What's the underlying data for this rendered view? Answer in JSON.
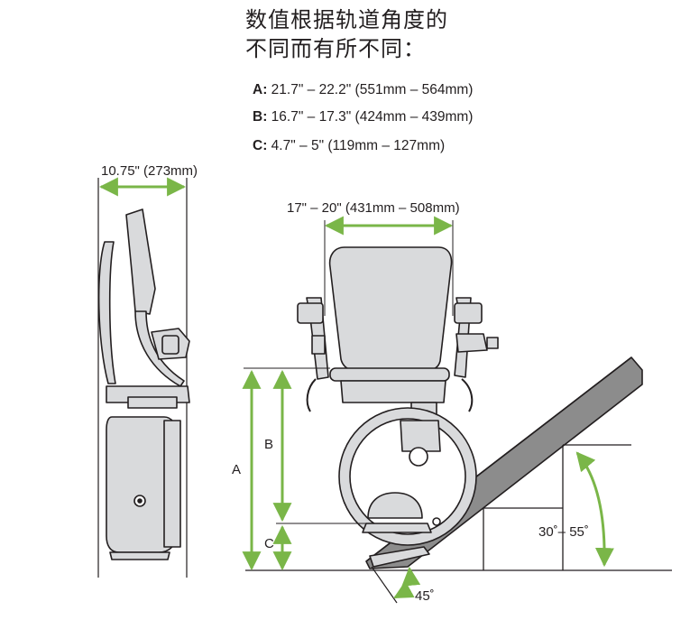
{
  "title": {
    "line1": "数值根据轨道角度的",
    "line2": "不同而有所不同："
  },
  "specs": [
    {
      "key": "A:",
      "value": " 21.7\" – 22.2\" (551mm – 564mm)"
    },
    {
      "key": "B:",
      "value": " 16.7\" – 17.3\" (424mm – 439mm)"
    },
    {
      "key": "C:",
      "value": " 4.7\" – 5\" (119mm – 127mm)"
    }
  ],
  "dimensions": {
    "depth": "10.75\" (273mm)",
    "width": "17\" – 20\" (431mm – 508mm)",
    "label_a": "A",
    "label_b": "B",
    "label_c": "C",
    "rail_angle": "30˚– 55˚",
    "footrest_angle": "45˚"
  },
  "colors": {
    "accent_green": "#7ab648",
    "line_dark": "#231f20",
    "fill_gray": "#d9dadc",
    "rail_gray": "#8c8c8c"
  }
}
